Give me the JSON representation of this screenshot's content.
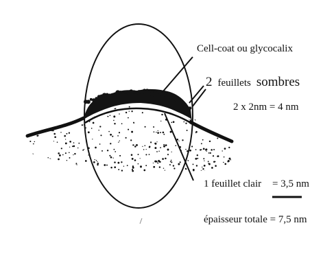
{
  "labels": {
    "cell_coat": "Cell-coat ou glycocalix",
    "dark_layers_num": "2",
    "dark_layers_text": "feuillets",
    "dark_layers_word2": "sombres",
    "dark_layers_calc": "2 x 2nm = 4 nm",
    "light_layer": "1 feuillet clair",
    "light_layer_value": "= 3,5 nm",
    "total_thickness": "épaisseur totale = 7,5 nm"
  }
}
